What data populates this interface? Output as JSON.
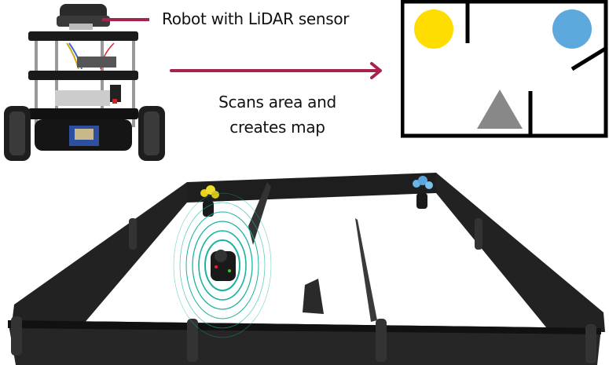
{
  "labels": {
    "robot": "Robot with LiDAR sensor",
    "scan_line1": "Scans area and",
    "scan_line2": "creates map"
  },
  "colors": {
    "accent_arrow": "#A6234A",
    "map_yellow": "#FFDD00",
    "map_blue": "#5DA9DD",
    "map_triangle": "#888888",
    "map_wall": "#000000",
    "lidar_rings": "#1BB3A0",
    "arena_wall": "#1e1e1e"
  },
  "map": {
    "objects": [
      {
        "type": "circle",
        "color": "yellow",
        "label": "yellow-flower-object"
      },
      {
        "type": "circle",
        "color": "blue",
        "label": "blue-flower-object"
      },
      {
        "type": "triangle",
        "color": "gray",
        "label": "obstacle-object"
      }
    ]
  },
  "arena": {
    "flowers": [
      "yellow-flowers",
      "blue-flowers"
    ]
  }
}
